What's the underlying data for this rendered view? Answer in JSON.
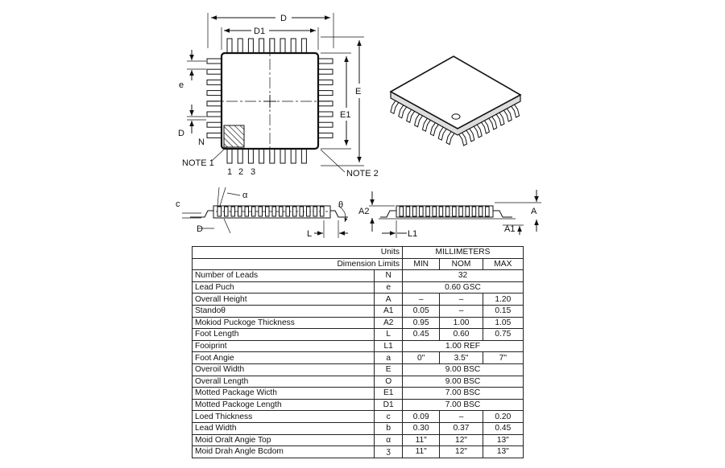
{
  "top_view": {
    "dim_D": "D",
    "dim_D1": "D1",
    "dim_E": "E",
    "dim_E1": "E1",
    "label_e": "e",
    "label_D": "D",
    "label_N": "N",
    "note1": "NOTE 1",
    "note2": "NOTE 2",
    "pin_1": "1",
    "pin_2": "2",
    "pin_3": "3"
  },
  "side_view": {
    "label_c": "c",
    "label_D": "D",
    "label_a": "α",
    "label_theta": "θ",
    "label_L": "L",
    "label_A2": "A2",
    "label_L1": "L1",
    "label_A": "A",
    "label_A1": "A1"
  },
  "table": {
    "units_label": "Units",
    "units_value": "MILLIMETERS",
    "limits_label": "Dimension Limits",
    "col_min": "MIN",
    "col_nom": "NOM",
    "col_max": "MAX",
    "rows": [
      {
        "name": "Number of Leads",
        "sym": "N",
        "span": "32"
      },
      {
        "name": "Lead Puch",
        "sym": "e",
        "span": "0.60 GSC"
      },
      {
        "name": "Overall Height",
        "sym": "A",
        "min": "–",
        "nom": "–",
        "max": "1.20"
      },
      {
        "name": "Standoθ",
        "sym": "A1",
        "min": "0.05",
        "nom": "–",
        "max": "0.15"
      },
      {
        "name": "Mokiod Puckoge Thickness",
        "sym": "A2",
        "min": "0.95",
        "nom": "1.00",
        "max": "1.05"
      },
      {
        "name": "Foot Length",
        "sym": "L",
        "min": "0.45",
        "nom": "0.60",
        "max": "0.75"
      },
      {
        "name": "Fooiprint",
        "sym": "L1",
        "span": "1.00 REF"
      },
      {
        "name": "Foot Angie",
        "sym": "a",
        "min": "0\"",
        "nom": "3.5\"",
        "max": "7\""
      },
      {
        "name": "Overoil Width",
        "sym": "E",
        "span": "9.00 BSC"
      },
      {
        "name": "Overall Length",
        "sym": "O",
        "span": "9.00 BSC"
      },
      {
        "name": "Motted Package Wicth",
        "sym": "E1",
        "span": "7.00 BSC"
      },
      {
        "name": "Motted Packoge Length",
        "sym": "D1",
        "span": "7.00 BSC"
      },
      {
        "name": "Loed Thickness",
        "sym": "c",
        "min": "0.09",
        "nom": "–",
        "max": "0.20"
      },
      {
        "name": "Lead Width",
        "sym": "b",
        "min": "0.30",
        "nom": "0.37",
        "max": "0.45"
      },
      {
        "name": "Moid Oralt Angie Top",
        "sym": "α",
        "min": "11\"",
        "nom": "12\"",
        "max": "13\""
      },
      {
        "name": "Moid Drah Angle Bcdom",
        "sym": "ʒ",
        "min": "11\"",
        "nom": "12\"",
        "max": "13\""
      }
    ]
  }
}
